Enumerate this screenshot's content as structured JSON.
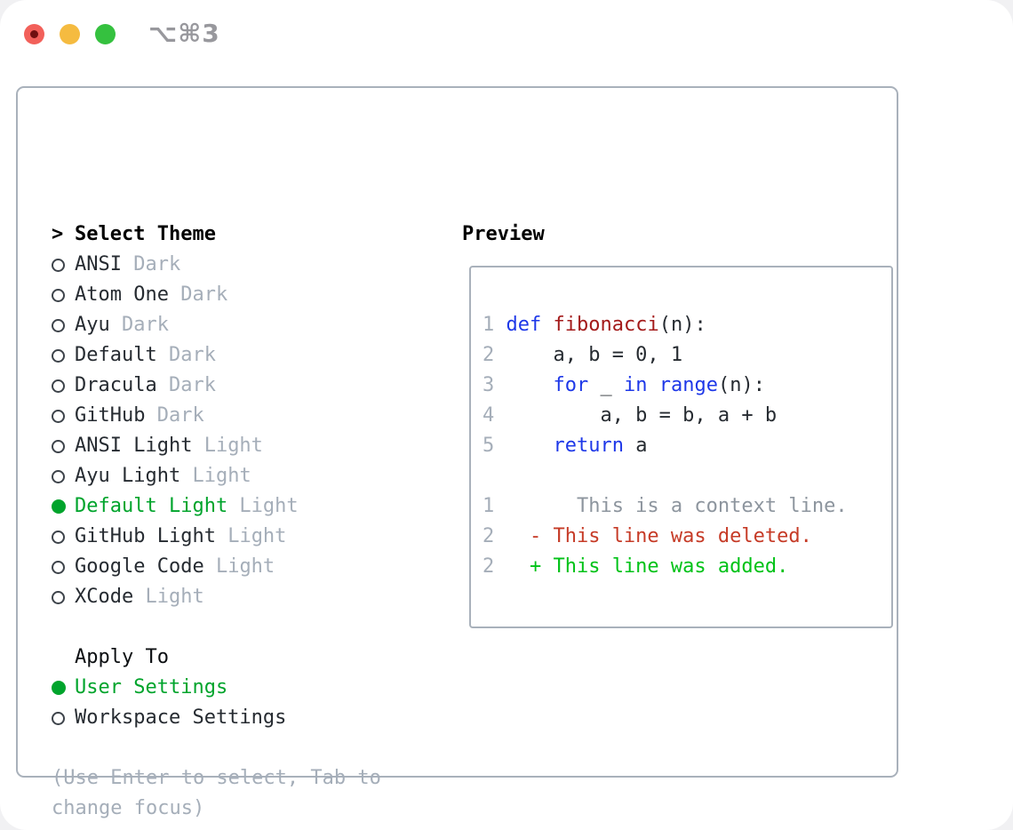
{
  "titlebar": {
    "shortcut_label": "⌥⌘3",
    "traffic_lights": [
      {
        "name": "close",
        "color": "#f2605a",
        "has_dot": true
      },
      {
        "name": "minimize",
        "color": "#f5bb40",
        "has_dot": false
      },
      {
        "name": "zoom",
        "color": "#35c13f",
        "has_dot": false
      }
    ]
  },
  "theme_selector": {
    "title_marker": ">",
    "title": "Select Theme",
    "themes": [
      {
        "name": "ANSI",
        "variant": "Dark",
        "selected": false
      },
      {
        "name": "Atom One",
        "variant": "Dark",
        "selected": false
      },
      {
        "name": "Ayu",
        "variant": "Dark",
        "selected": false
      },
      {
        "name": "Default",
        "variant": "Dark",
        "selected": false
      },
      {
        "name": "Dracula",
        "variant": "Dark",
        "selected": false
      },
      {
        "name": "GitHub",
        "variant": "Dark",
        "selected": false
      },
      {
        "name": "ANSI Light",
        "variant": "Light",
        "selected": false
      },
      {
        "name": "Ayu Light",
        "variant": "Light",
        "selected": false
      },
      {
        "name": "Default Light",
        "variant": "Light",
        "selected": true
      },
      {
        "name": "GitHub Light",
        "variant": "Light",
        "selected": false
      },
      {
        "name": "Google Code",
        "variant": "Light",
        "selected": false
      },
      {
        "name": "XCode",
        "variant": "Light",
        "selected": false
      }
    ],
    "apply_to": {
      "title": "Apply To",
      "options": [
        {
          "label": "User Settings",
          "selected": true
        },
        {
          "label": "Workspace Settings",
          "selected": false
        }
      ]
    },
    "hint_lines": [
      "(Use Enter to select, Tab to",
      "change focus)"
    ]
  },
  "preview": {
    "title": "Preview",
    "lines": [
      {
        "num": "1",
        "tokens": [
          {
            "t": "def",
            "s": "k"
          },
          {
            "t": " ",
            "s": "p"
          },
          {
            "t": "fibonacci",
            "s": "f"
          },
          {
            "t": "(n):",
            "s": "p"
          }
        ]
      },
      {
        "num": "2",
        "tokens": [
          {
            "t": "    a, b = 0, 1",
            "s": "p"
          }
        ]
      },
      {
        "num": "3",
        "tokens": [
          {
            "t": "    ",
            "s": "p"
          },
          {
            "t": "for",
            "s": "k"
          },
          {
            "t": " _ ",
            "s": "p"
          },
          {
            "t": "in",
            "s": "k"
          },
          {
            "t": " ",
            "s": "p"
          },
          {
            "t": "range",
            "s": "k"
          },
          {
            "t": "(n):",
            "s": "p"
          }
        ]
      },
      {
        "num": "4",
        "tokens": [
          {
            "t": "        a, b = b, a + b",
            "s": "p"
          }
        ]
      },
      {
        "num": "5",
        "tokens": [
          {
            "t": "    ",
            "s": "p"
          },
          {
            "t": "return",
            "s": "k"
          },
          {
            "t": " a",
            "s": "p"
          }
        ]
      },
      {
        "num": "",
        "tokens": []
      },
      {
        "num": "1",
        "tokens": [
          {
            "t": "      This is a context line.",
            "s": "c"
          }
        ]
      },
      {
        "num": "2",
        "tokens": [
          {
            "t": "  - This line was deleted.",
            "s": "d"
          }
        ]
      },
      {
        "num": "2",
        "tokens": [
          {
            "t": "  + This line was added.",
            "s": "a"
          }
        ]
      }
    ]
  },
  "colors": {
    "keyword": "#1e38e8",
    "function": "#a31a1a",
    "text": "#262b31",
    "heading": "#000000",
    "dim": "#a5aeb9",
    "context": "#8d959e",
    "deleted": "#c63b27",
    "added": "#00c217",
    "green": "#00a42c",
    "border": "#a9b1bb",
    "ring": "#3d434a",
    "shortcut": "#98989d",
    "red_dot": "#701010"
  }
}
